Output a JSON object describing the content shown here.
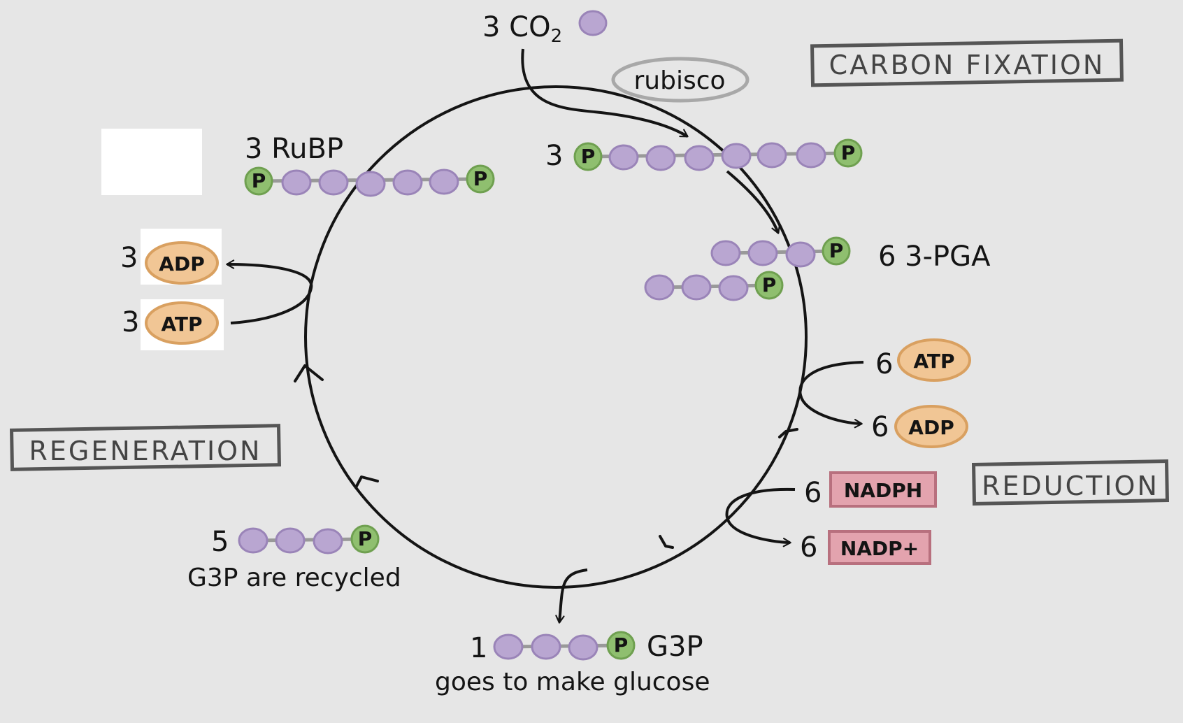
{
  "labels": {
    "co2": "3 CO",
    "co2_sub": "2",
    "enzyme": "rubisco",
    "rubp": "3 RuBP",
    "rubp_count": "3",
    "pga": "6 3-PGA",
    "adp_count_left": "3",
    "atp_count_left": "3",
    "atp_count_right": "6",
    "adp_count_right": "6",
    "nadph_count": "6",
    "nadp_count": "6",
    "recycled_count": "5",
    "recycled_text": "G3P are recycled",
    "glucose_count": "1",
    "glucose_g3p": "G3P",
    "glucose_text": "goes to make glucose",
    "phosphate": "P"
  },
  "molecules": {
    "adp": "ADP",
    "atp": "ATP",
    "nadph": "NADPH",
    "nadp": "NADP+"
  },
  "stages": {
    "carbon_fixation": "CARBON FIXATION",
    "regeneration": "REGENERATION",
    "reduction": "REDUCTION"
  },
  "colors": {
    "background": "#e6e6e6",
    "carbon": "#b9a6d1",
    "carbon_stroke": "#9a84b8",
    "phosphate": "#8fbf6f",
    "phosphate_stroke": "#6fa050",
    "energy": "#f1c695",
    "energy_stroke": "#d9a060",
    "nadph": "#e3a3ae",
    "nadph_stroke": "#b8707e",
    "line": "#141414"
  }
}
